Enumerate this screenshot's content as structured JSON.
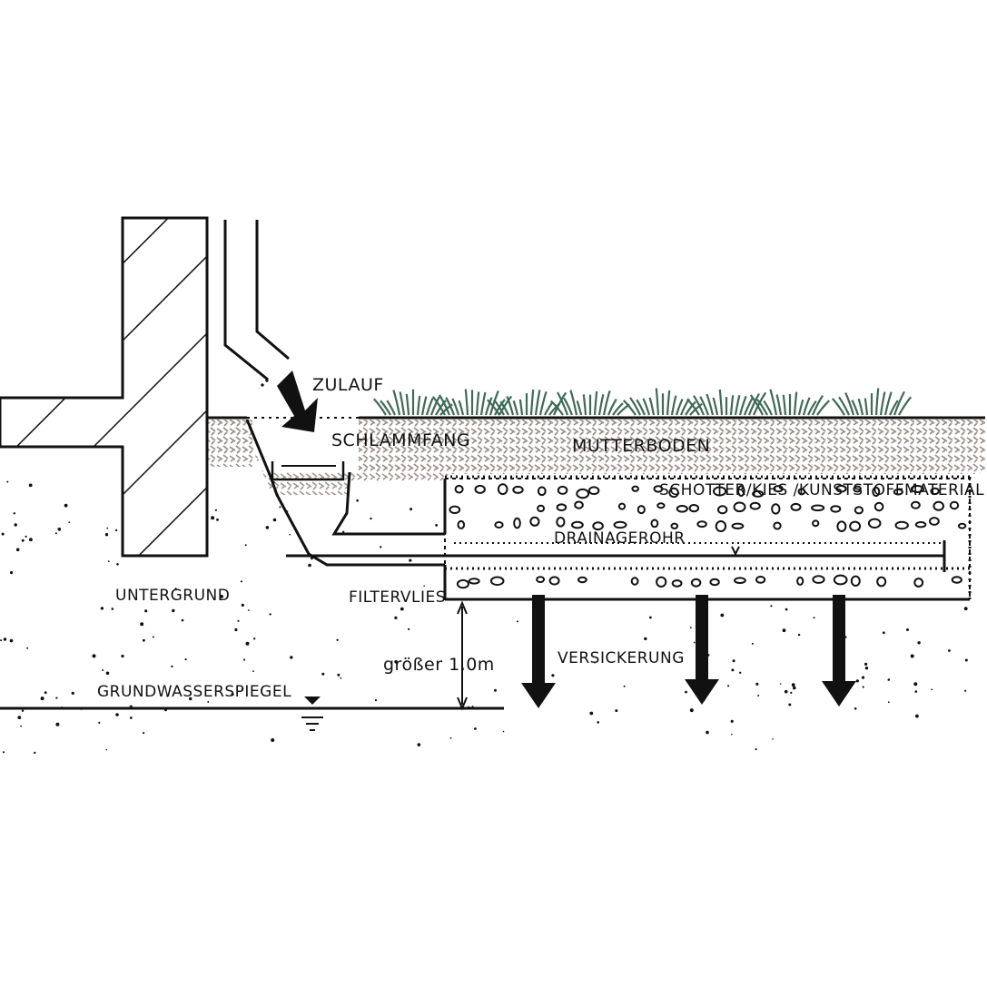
{
  "labels": {
    "inflow": "ZULAUF",
    "sludge_trap": "SCHLAMMFANG",
    "topsoil": "MUTTERBODEN",
    "gravel_layer": "SCHOTTER/KIES /KUNSTSTOFFMATERIAL",
    "drain_pipe": "DRAINAGEROHR",
    "filter_fleece": "FILTERVLIES",
    "subsoil": "UNTERGRUND",
    "distance": "größer 1,0m",
    "infiltration": "VERSICKERUNG",
    "groundwater_level": "GRUNDWASSERSPIEGEL"
  },
  "colors": {
    "ink": "#111111",
    "topsoil": "#9a8f86",
    "grass": "#3f6a56",
    "background": "#ffffff"
  }
}
